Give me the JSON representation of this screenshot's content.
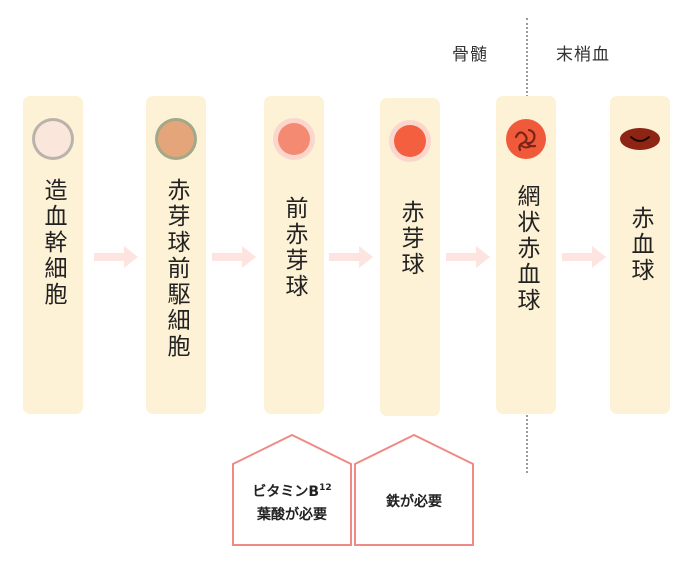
{
  "regions": {
    "marrow": "骨髄",
    "peripheral": "末梢血"
  },
  "stages": [
    {
      "name": "造血幹細胞",
      "icon": "pale-cell-icon"
    },
    {
      "name": "赤芽球前駆細胞",
      "icon": "tan-cell-icon"
    },
    {
      "name": "前赤芽球",
      "icon": "light-red-cell-icon"
    },
    {
      "name": "赤芽球",
      "icon": "red-cell-icon"
    },
    {
      "name": "網状赤血球",
      "icon": "reticulocyte-icon"
    },
    {
      "name": "赤血球",
      "icon": "erythrocyte-icon"
    }
  ],
  "requirements": [
    {
      "line1": "ビタミンB",
      "sub": "12",
      "line2": "葉酸が必要"
    },
    {
      "line1": "鉄が必要"
    }
  ],
  "colors": {
    "cell_bg": "#fdf1d6",
    "arrow": "#fde4e0",
    "house_border": "#f08a85",
    "divider": "#9a9a9a"
  }
}
